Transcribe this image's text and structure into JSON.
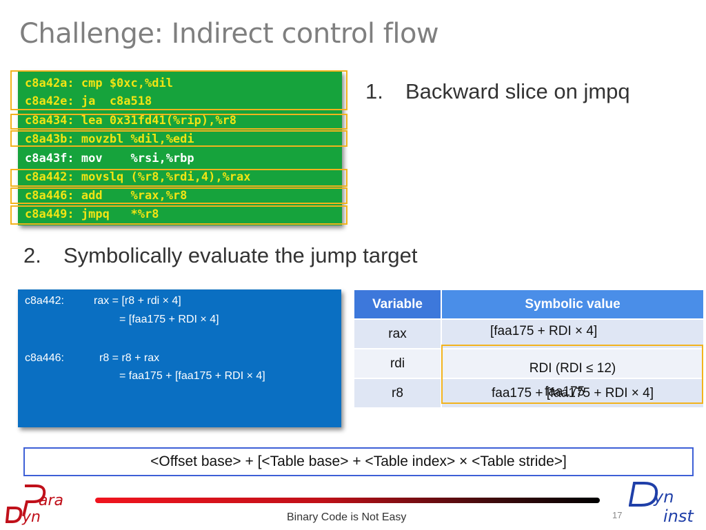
{
  "slide": {
    "title": "Challenge: Indirect control flow",
    "page_number": "17",
    "footer": "Binary Code is Not Easy"
  },
  "asm": {
    "lines": [
      "c8a42a: cmp $0xc,%dil",
      "c8a42e: ja  c8a518",
      "c8a434: lea 0x31fd41(%rip),%r8",
      "c8a43b: movzbl %dil,%edi",
      "c8a43f: mov    %rsi,%rbp",
      "c8a442: movslq (%r8,%rdi,4),%rax",
      "c8a446: add    %rax,%r8",
      "c8a449: jmpq   *%r8"
    ]
  },
  "steps": {
    "step1_num": "1.",
    "step1_text": "Backward slice on jmpq",
    "step2_num": "2.",
    "step2_text": "Symbolically evaluate the jump target"
  },
  "eval": {
    "addr1": "c8a442:",
    "line1": "rax = [r8 + rdi × 4]",
    "line2": "= [faa175 + RDI × 4]",
    "addr2": "c8a446:",
    "line3": "r8 = r8 + rax",
    "line4": "= faa175 + [faa175 + RDI × 4]"
  },
  "table": {
    "headers": [
      "Variable",
      "Symbolic value"
    ],
    "rows": [
      {
        "var": "rax",
        "value": "[faa175 + RDI × 4]"
      },
      {
        "var": "rdi",
        "value": "RDI (RDI ≤ 12)"
      },
      {
        "var": "r8",
        "value": "faa175 + [faa175 + RDI × 4]"
      }
    ],
    "r8_overlay": "faa175"
  },
  "formula": "<Offset base> + [<Table base> + <Table index> × <Table stride>]",
  "logos": {
    "left": "ParaDyn",
    "right": "Dyninst"
  },
  "colors": {
    "code_bg": "#16a33c",
    "code_text": "#f2e414",
    "highlight": "#f2b31d",
    "eval_bg": "#0a6fc2",
    "table_header": "#4a8ee8",
    "brand_red": "#c0101a",
    "brand_blue": "#1f3fa8"
  }
}
